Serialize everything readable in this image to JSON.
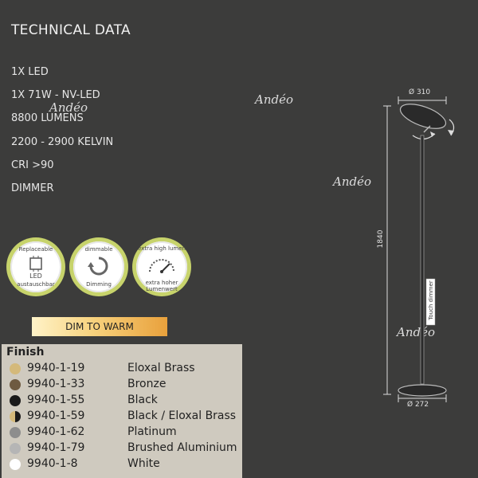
{
  "header": {
    "title": "TECHNICAL DATA"
  },
  "specs": [
    "1X LED",
    "1X 71W - NV-LED",
    "8800 LUMENS",
    "2200 - 2900 KELVIN",
    "CRI >90",
    "DIMMER"
  ],
  "watermark": "Andéo",
  "badges": {
    "replaceable": {
      "top": "Replaceable",
      "center": "LED",
      "bottom": "austauschbar"
    },
    "dimmable": {
      "top": "dimmable",
      "bottom": "Dimming"
    },
    "lumen": {
      "top": "extra high lumen",
      "bottom": "extra hoher Lumenwert"
    }
  },
  "dim_to_warm": "DIM TO WARM",
  "finish": {
    "title": "Finish",
    "items": [
      {
        "code": "9940-1-19",
        "name": "Eloxal Brass",
        "color": "#d4b97a"
      },
      {
        "code": "9940-1-33",
        "name": "Bronze",
        "color": "#6e5a40"
      },
      {
        "code": "9940-1-55",
        "name": "Black",
        "color": "#1a1a1a"
      },
      {
        "code": "9940-1-59",
        "name": "Black / Eloxal Brass",
        "color": "#1a1a1a",
        "color2": "#d4b97a"
      },
      {
        "code": "9940-1-62",
        "name": "Platinum",
        "color": "#8d8d8d"
      },
      {
        "code": "9940-1-79",
        "name": "Brushed Aluminium",
        "color": "#b5b5b5"
      },
      {
        "code": "9940-1-8",
        "name": "White",
        "color": "#ffffff"
      }
    ]
  },
  "drawing": {
    "top_diameter": "Ø 310",
    "height": "1840",
    "base_diameter": "Ø 272",
    "touch_dimmer": "Touch dimmer"
  }
}
